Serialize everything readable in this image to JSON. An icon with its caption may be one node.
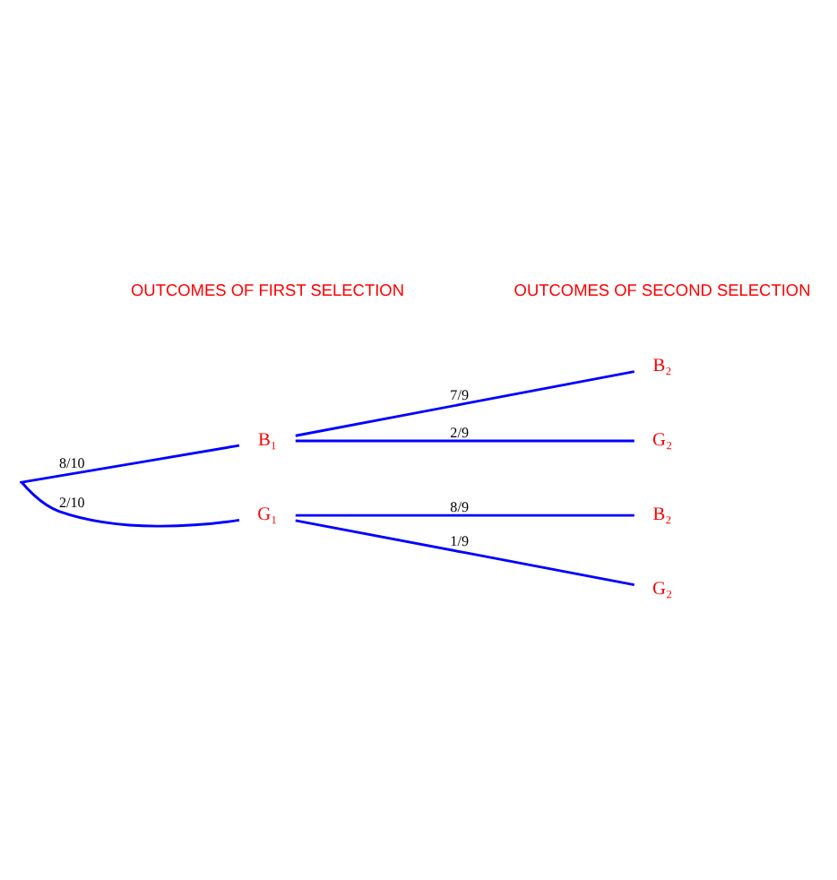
{
  "diagram": {
    "nodes": [
      {
        "text": [],
        "shape": "point"
      },
      {
        "text": [
          "B₁"
        ]
      },
      {
        "text": [
          "G₁"
        ]
      },
      {
        "text": [
          "B₂"
        ]
      },
      {
        "text": [
          "G₂"
        ]
      },
      {
        "text": [
          "B₂"
        ]
      },
      {
        "text": [
          "G₂"
        ]
      }
    ],
    "edges": [
      {
        "from": 0,
        "to": 1,
        "arrow": "none",
        "label": "8/10"
      },
      {
        "from": 0,
        "to": 2,
        "arrow": "none",
        "label": "2/10"
      },
      {
        "from": 1,
        "to": 3,
        "arrow": "none",
        "label": "7/9"
      },
      {
        "from": 1,
        "to": 4,
        "arrow": "none",
        "label": "2/9"
      },
      {
        "from": 2,
        "to": 5,
        "arrow": "none",
        "label": "8/9"
      },
      {
        "from": 2,
        "to": 6,
        "arrow": "none",
        "label": "1/9"
      }
    ],
    "labels": [
      "OUTCOMES OF FIRST SELECTION",
      "OUTCOMES OF SECOND SELECTION"
    ]
  }
}
